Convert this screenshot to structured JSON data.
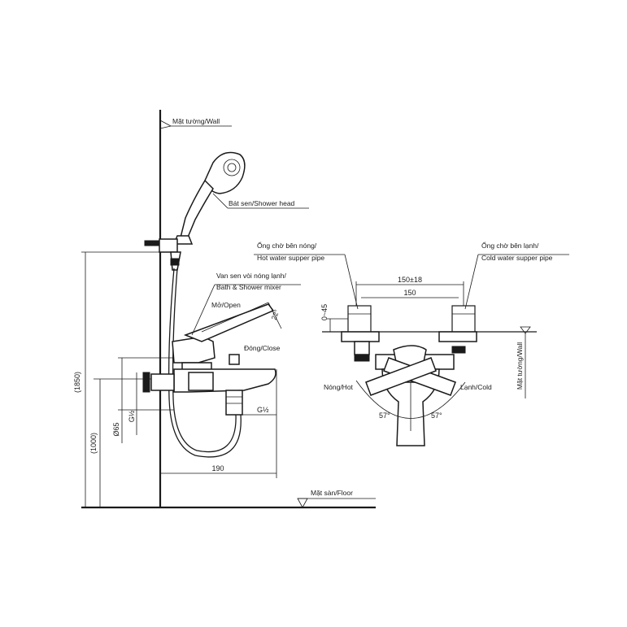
{
  "side_view": {
    "wall_label": "Mặt tường/Wall",
    "shower_head_label": "Bát sen/Shower head",
    "mixer_label_vi": "Van sen vòi nóng lạnh/",
    "mixer_label_en": "Bath & Shower mixer",
    "open_label": "Mở/Open",
    "close_label": "Đóng/Close",
    "angle_label": "22°",
    "dim_1850": "(1850)",
    "dim_1000": "(1000)",
    "dim_65": "Ø65",
    "dim_g12_left": "G½",
    "dim_g12_right": "G½",
    "dim_190": "190",
    "floor_label": "Mặt sàn/Floor"
  },
  "front_view": {
    "hot_pipe_vi": "Ống chờ bên nóng/",
    "hot_pipe_en": "Hot water supper pipe",
    "cold_pipe_vi": "Ống chờ bên lạnh/",
    "cold_pipe_en": "Cold water supper pipe",
    "dim_150_18": "150±18",
    "dim_150": "150",
    "dim_0_45": "0~45",
    "hot_label": "Nóng/Hot",
    "cold_label": "Lạnh/Cold",
    "angle_left": "57°",
    "angle_right": "57°",
    "wall_label": "Mặt tường/Wall"
  }
}
